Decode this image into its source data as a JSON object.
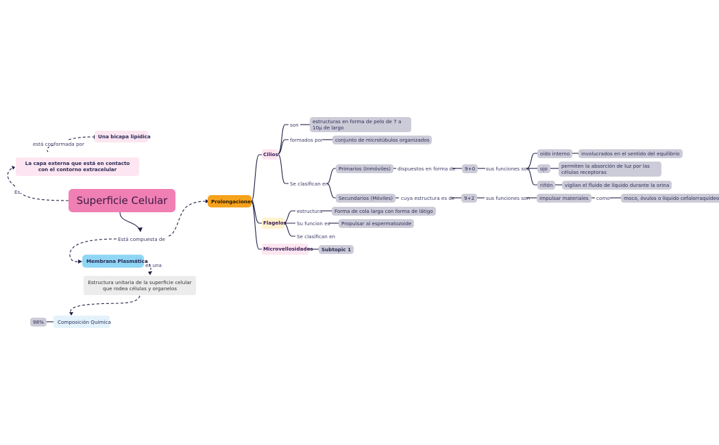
{
  "colors": {
    "line_dark": "#1f1f45",
    "chip": "#cccbd8",
    "root_pink": "#f07fb4",
    "orange": "#f5a21c",
    "yellow_bg": "#fff3cd",
    "pink_bg": "#fde6f1",
    "blue_membrane": "#8fd6f5",
    "gray_box": "#ececec",
    "light_blue": "#e4f3fb"
  },
  "root": {
    "label": "Superficie Celular"
  },
  "left": {
    "es": "Es",
    "capa_externa": "La capa externa que está en contacto con el contorno extracelular",
    "conformada_por": "está conformada por",
    "bicapa": "Una bicapa lipídica",
    "compuesta_de": "Está compuesta de",
    "membrana": "Membrana Plasmática",
    "es_una": "es una",
    "estructura_unitaria": "Estructura unitaria de la superficie celular que rodea células y organelos",
    "composicion": "Composición Química",
    "pct": "98%"
  },
  "prolongaciones": {
    "label": "Prolongaciones"
  },
  "cilios": {
    "label": "Cilios",
    "son": "son",
    "son_val": "estructuras en forma de pelo de 7 a 10μ de largo",
    "formados_por": "formados por",
    "formados_val": "conjunto de microtúbulos organizados",
    "se_clasifican": "Se clasifican en",
    "primarios": "Primarios (Inmóviles)",
    "dispuestos": "dispuestos en forma de",
    "nueve_cero": "9+0",
    "sus_funciones_1": "sus funciones son",
    "oido": "oído interno",
    "oido_val": "involucrados en el sentido del equilibrio",
    "ojo": "ojo",
    "ojo_val": "permiten la absorción de luz por las células receptoras",
    "rinon": "riñón",
    "rinon_val": "vigilan el fluido de líquido durante la orina",
    "secundarios": "Secundarios (Móviles)",
    "cuya_estructura": "cuya estructura es de",
    "nueve_dos": "9+2",
    "sus_funciones_2": "sus funciones son",
    "impulsar": "impulsar materiales",
    "como": "como",
    "moco": "moco, óvulos o líquido cefalorraquídeo"
  },
  "flagelos": {
    "label": "Flagelos",
    "estructura": "estructura",
    "estructura_val": "Forma de cola larga con forma de látigo",
    "su_funcion": "Su funcion es",
    "su_funcion_val": "Propulsar al espermatozoide",
    "se_clasifican": "Se clasifican en"
  },
  "microvellosidades": {
    "label": "Microvellosidades",
    "subtopic": "Subtopic 1"
  }
}
